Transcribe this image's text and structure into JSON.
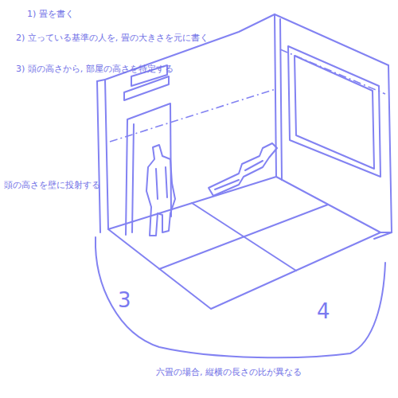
{
  "diagram": {
    "labels": [
      "1) 畳を書く",
      "2) 立っている基準の人を, 畳の大きさを元に書く",
      "3) 頭の高さから, 部屋の高さを特定する",
      "頭の高さを壁に投射する",
      "3",
      "4",
      "六畳の場合, 縦横の長さの比が異なる"
    ]
  }
}
